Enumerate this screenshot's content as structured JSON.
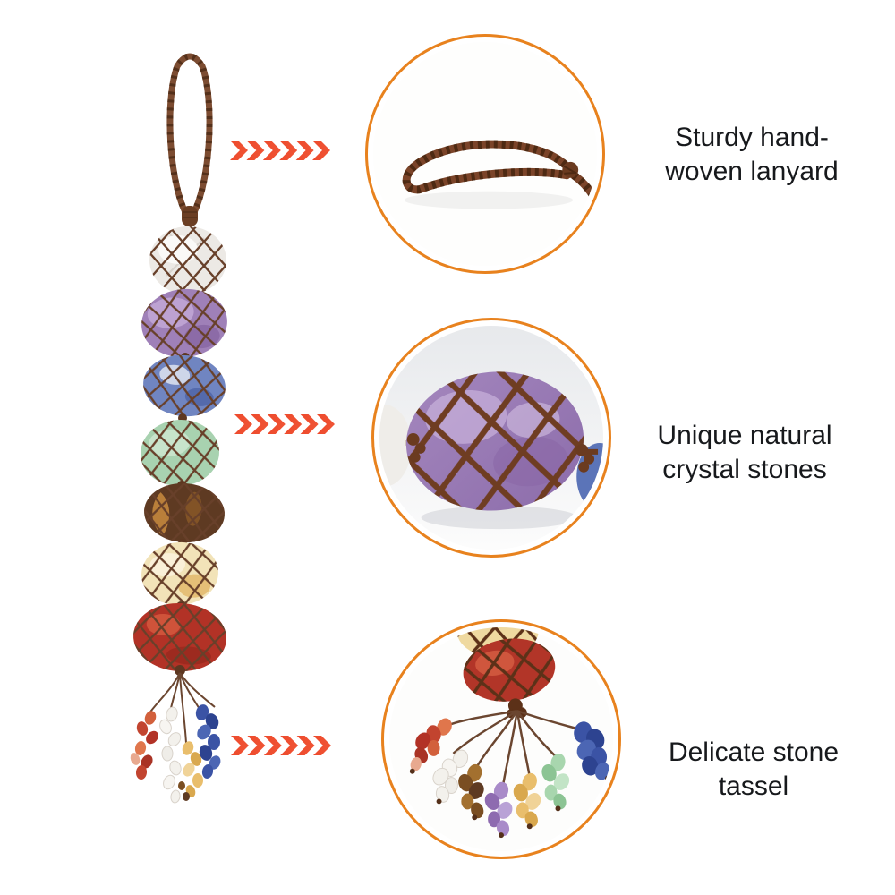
{
  "page": {
    "background": "#FFFFFF"
  },
  "colors": {
    "accent_orange": "#E8821E",
    "arrow_start": "#EE4A2C",
    "arrow_end": "#F6835F",
    "text": "#17191C",
    "rope_brown": "#7A4B30"
  },
  "product": {
    "illustration": "seven-chakra-crystal-hanging-ornament",
    "stones_top_to_bottom": [
      {
        "name": "clear-quartz",
        "color": "#ECE9E5"
      },
      {
        "name": "amethyst",
        "color": "#9F80B8"
      },
      {
        "name": "sodalite-lapis",
        "color": "#7085C1"
      },
      {
        "name": "green-aventurine",
        "color": "#A8D2B0"
      },
      {
        "name": "tiger-eye",
        "color": "#5E3A22"
      },
      {
        "name": "yellow-aventurine",
        "color": "#F2E3B8"
      },
      {
        "name": "red-carnelian",
        "color": "#B23226"
      }
    ],
    "tassel_chip_colors": [
      "#C2442F",
      "#F3F1EC",
      "#7A4E22",
      "#A98BC9",
      "#E9BE6C",
      "#A8D6AE",
      "#3B53A5"
    ]
  },
  "callouts": [
    {
      "id": "lanyard",
      "line1": "Sturdy hand-",
      "line2": "woven lanyard",
      "image": "braided-lanyard-closeup"
    },
    {
      "id": "stones",
      "line1": "Unique natural",
      "line2": "crystal stones",
      "image": "netted-amethyst-closeup"
    },
    {
      "id": "tassel",
      "line1": "Delicate stone",
      "line2": "tassel",
      "image": "stone-chip-tassel-closeup"
    }
  ]
}
